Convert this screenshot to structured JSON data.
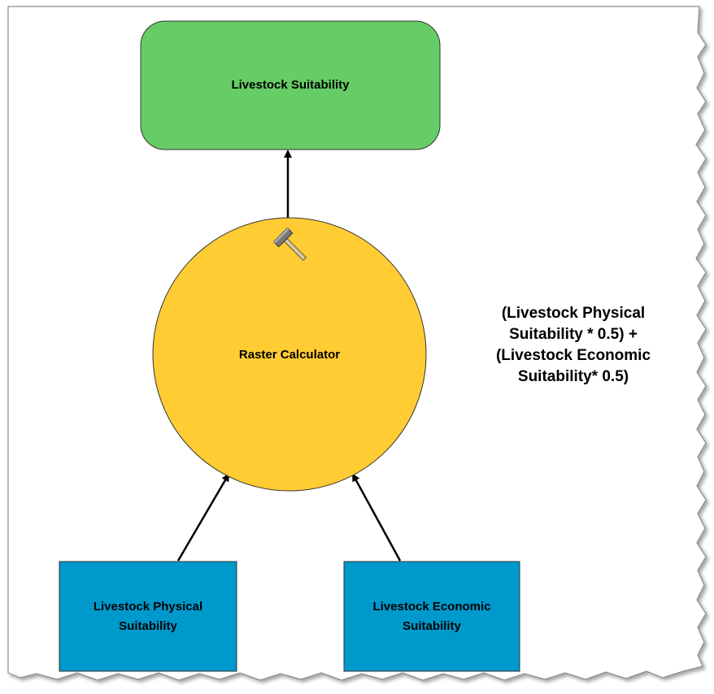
{
  "diagram": {
    "output": {
      "label": "Livestock Suitability",
      "color": "#66cc66"
    },
    "tool": {
      "label": "Raster Calculator",
      "color": "#ffcc33",
      "icon": "hammer-icon"
    },
    "inputs": [
      {
        "label": "Livestock Physical\nSuitability",
        "color": "#0099cc"
      },
      {
        "label": "Livestock Economic\nSuitability",
        "color": "#0099cc"
      }
    ],
    "annotation": "(Livestock Physical\nSuitability * 0.5) +\n(Livestock Economic\nSuitability* 0.5)",
    "border_color": "#888888"
  }
}
